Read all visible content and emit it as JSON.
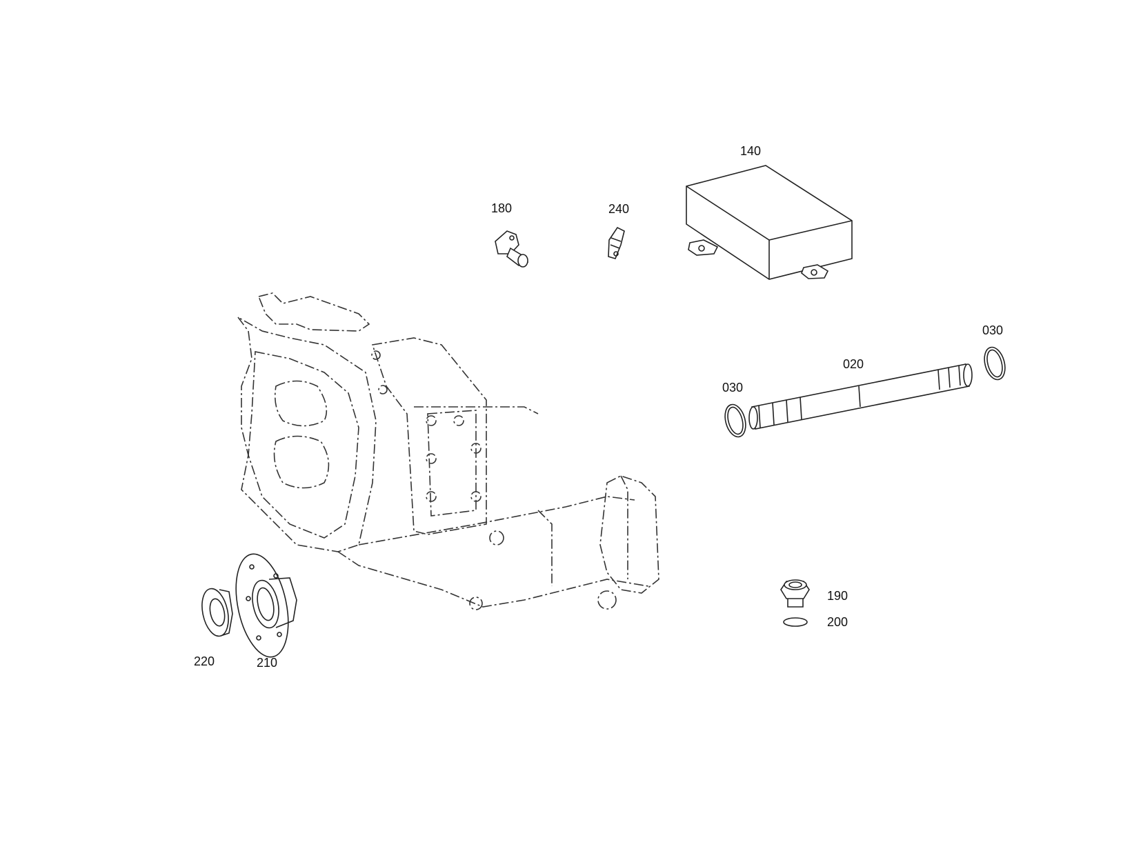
{
  "diagram": {
    "parts": [
      {
        "id": "p140",
        "label": "140",
        "name": "control-unit-box"
      },
      {
        "id": "p180",
        "label": "180",
        "name": "speed-sensor"
      },
      {
        "id": "p240",
        "label": "240",
        "name": "temperature-sensor"
      },
      {
        "id": "p030a",
        "label": "030",
        "name": "retaining-ring-right"
      },
      {
        "id": "p020",
        "label": "020",
        "name": "output-shaft"
      },
      {
        "id": "p030b",
        "label": "030",
        "name": "retaining-ring-left"
      },
      {
        "id": "p190",
        "label": "190",
        "name": "screw-plug"
      },
      {
        "id": "p200",
        "label": "200",
        "name": "o-ring"
      },
      {
        "id": "p220",
        "label": "220",
        "name": "slotted-nut"
      },
      {
        "id": "p210",
        "label": "210",
        "name": "output-flange"
      }
    ]
  }
}
